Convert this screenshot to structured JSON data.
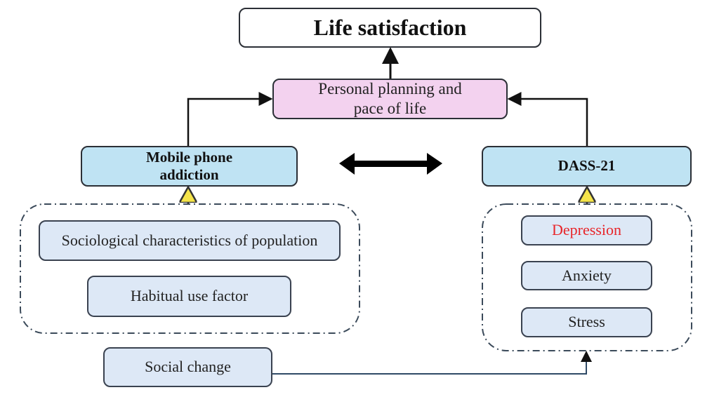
{
  "title": "Life satisfaction",
  "middle": "Personal planning and pace of life",
  "left_main": "Mobile phone addiction",
  "right_main": "DASS-21",
  "left_factors": [
    "Sociological characteristics of population",
    "Habitual use factor"
  ],
  "right_factors": [
    "Depression",
    "Anxiety",
    "Stress"
  ],
  "bottom": "Social change",
  "colors": {
    "pink": "#f3d2ef",
    "blue": "#bfe3f3",
    "light_blue": "#dde8f6",
    "depression_text": "#e8252a",
    "arrowhead_yellow": "#f5e44a"
  }
}
